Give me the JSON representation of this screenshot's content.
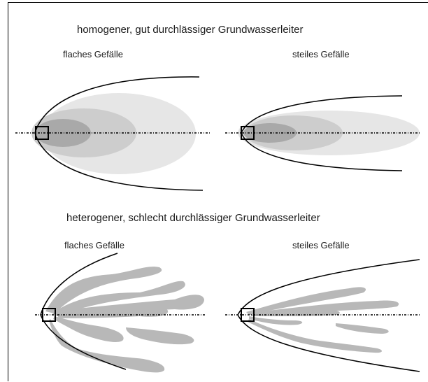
{
  "top_section": {
    "title": "homogener, gut durchlässiger Grundwasserleiter",
    "left_label": "flaches Gefälle",
    "right_label": "steiles Gefälle"
  },
  "bottom_section": {
    "title": "heterogener, schlecht durchlässiger Grundwasserleiter",
    "left_label": "flaches Gefälle",
    "right_label": "steiles Gefälle"
  },
  "colors": {
    "light": "#e6e6e6",
    "medium": "#cdcdcd",
    "dark": "#a9a9a9",
    "plume_heterogeneous": "#b8b8b8",
    "line": "#000000"
  }
}
